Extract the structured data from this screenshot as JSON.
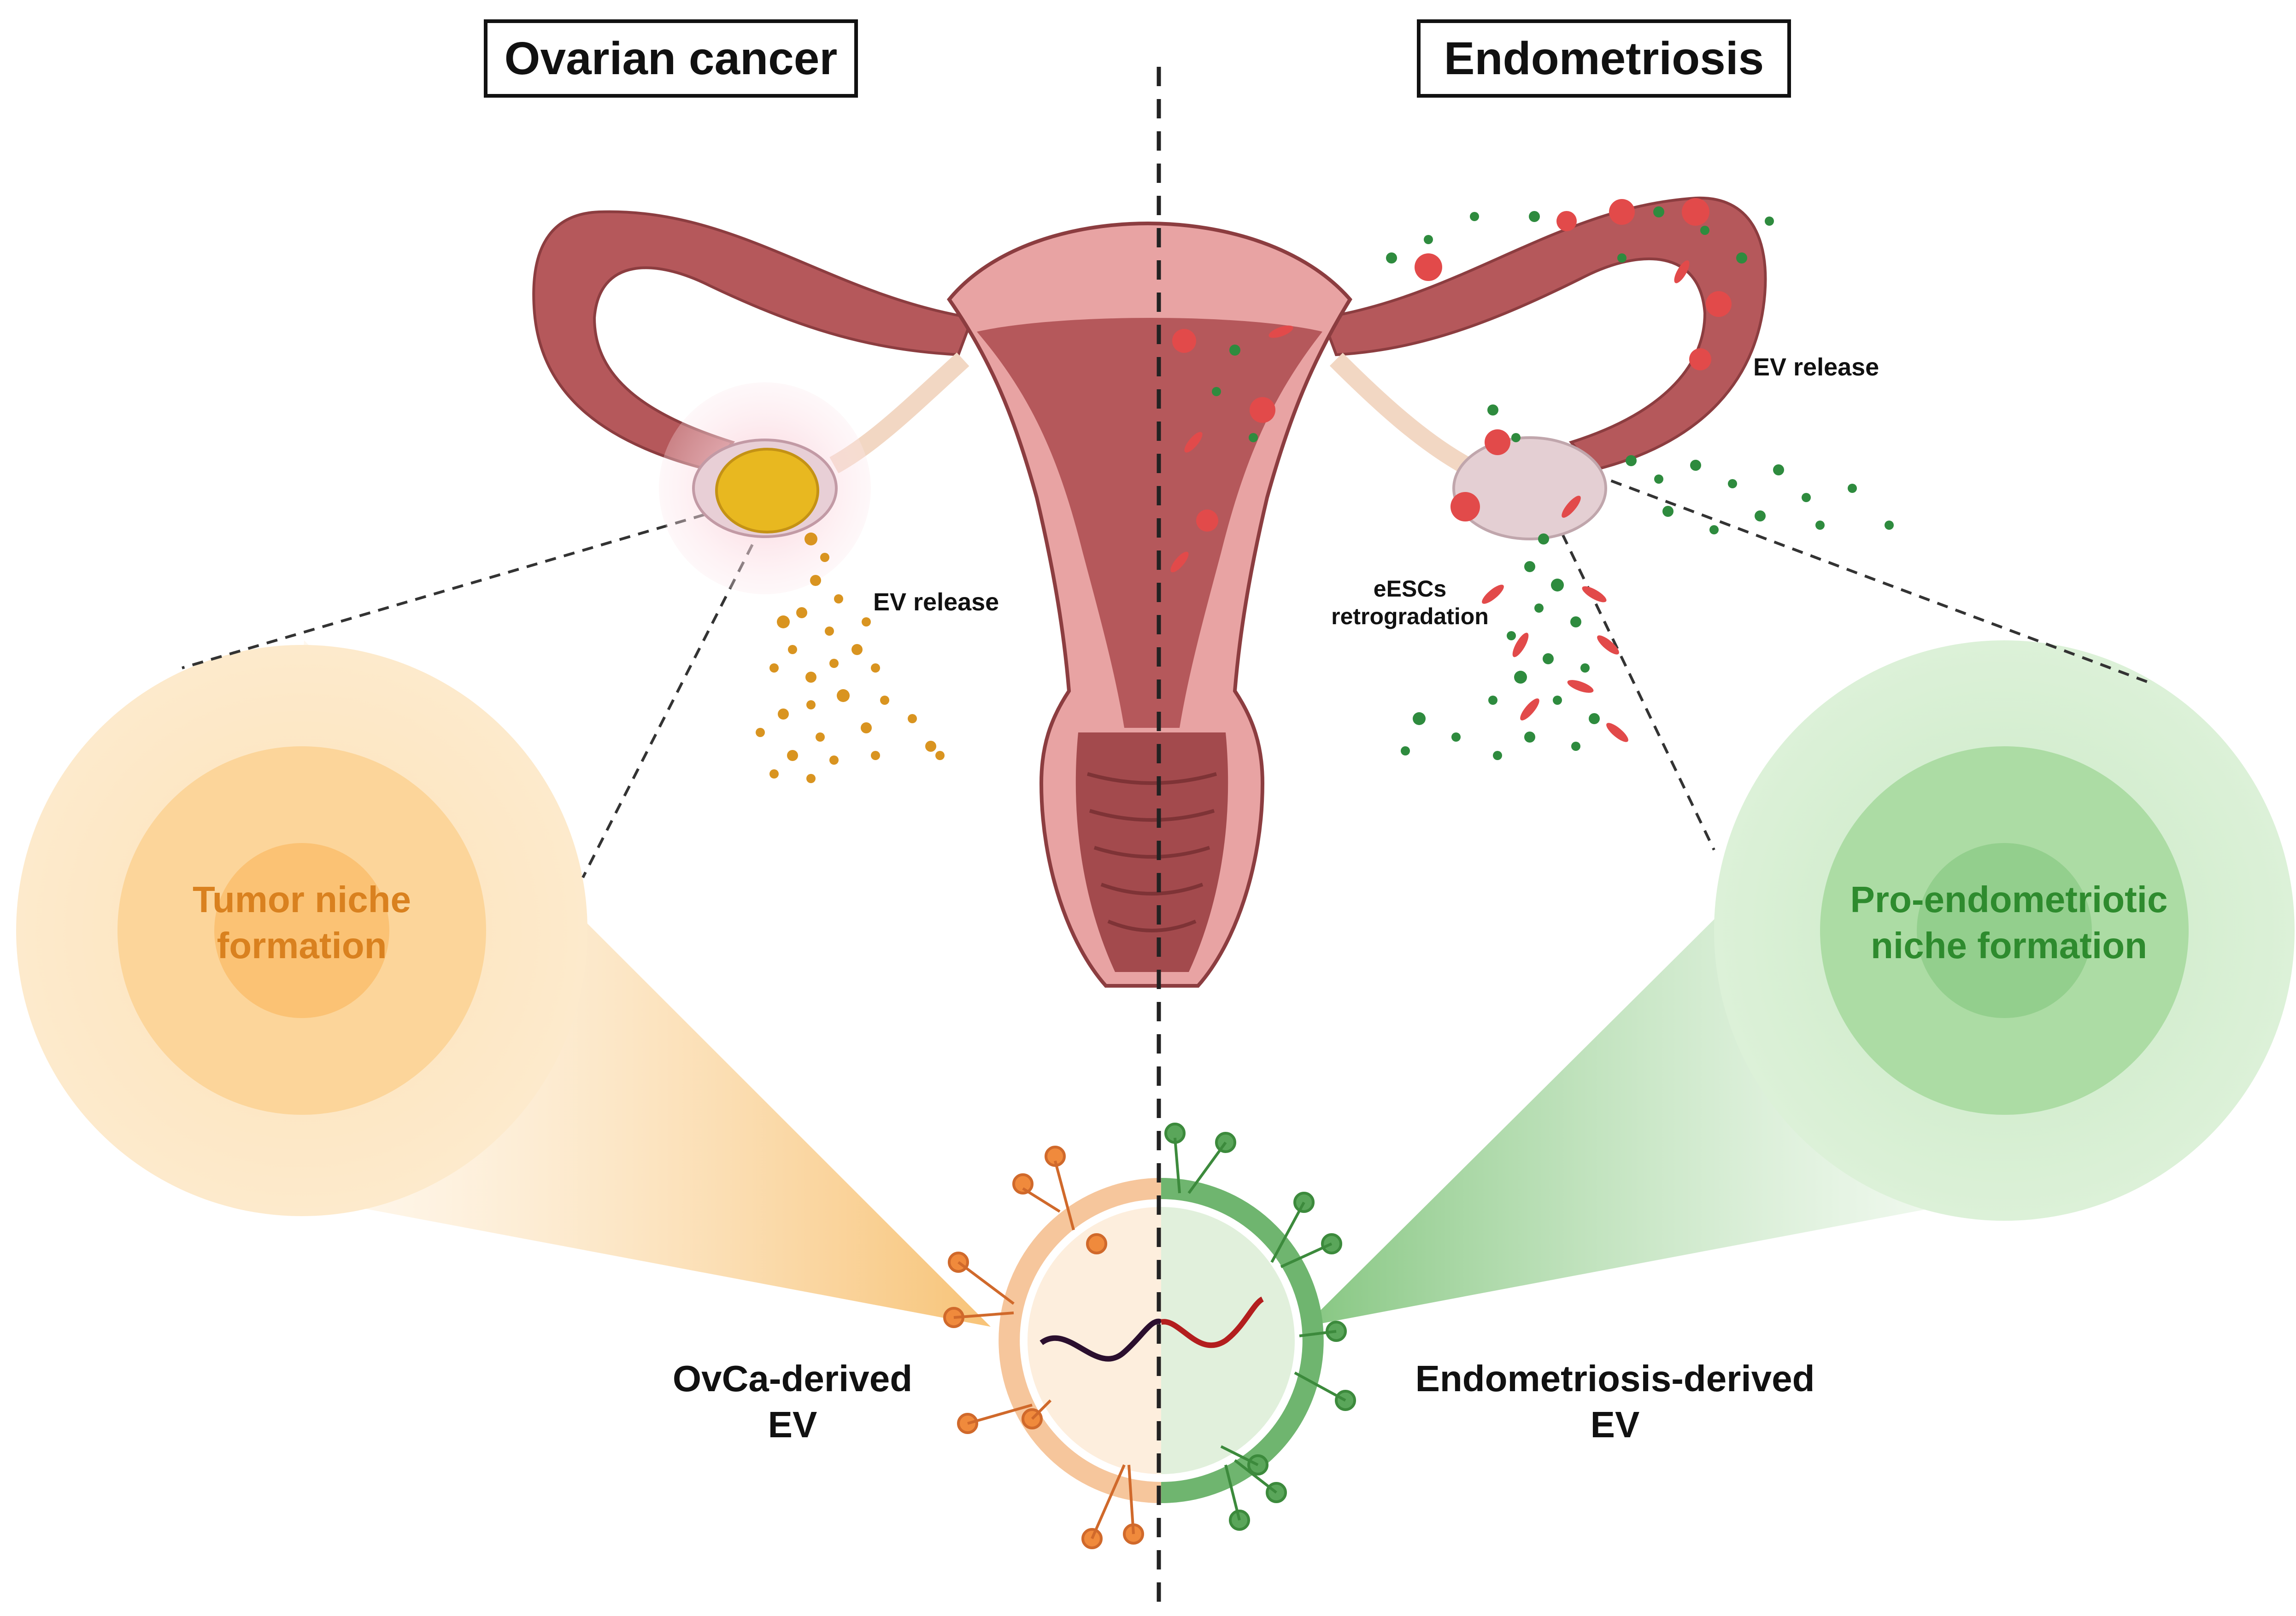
{
  "titles": {
    "left": "Ovarian cancer",
    "right": "Endometriosis"
  },
  "labels": {
    "ev_release_left": "EV release",
    "ev_release_right": "EV release",
    "escs_line1": "eESCs",
    "escs_line2": "retrogradation",
    "tumor_line1": "Tumor niche",
    "tumor_line2": "formation",
    "pro_line1": "Pro-endometriotic",
    "pro_line2": "niche formation",
    "ovca_ev_line1": "OvCa-derived",
    "ovca_ev_line2": "EV",
    "endo_ev_line1": "Endometriosis-derived",
    "endo_ev_line2": "EV"
  },
  "colors": {
    "tumor_text": "#d9811f",
    "pro_text": "#2e8b2e",
    "uterus_outer": "#b5585b",
    "uterus_inner": "#e8a3a3",
    "tumor": "#e8b820",
    "ovca_ev": "#f08a3c",
    "endo_ev": "#5aa65a",
    "lesion": "#e24a4a"
  }
}
